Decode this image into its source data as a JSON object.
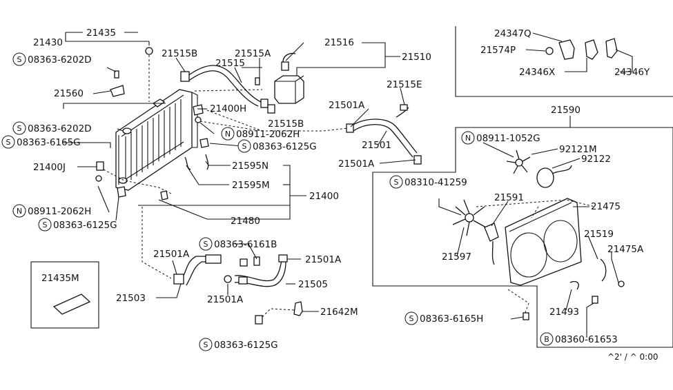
{
  "labels": {
    "p21435": "21435",
    "p21430": "21430",
    "p08363_6202D_a": "08363-6202D",
    "p21515B_a": "21515B",
    "p21515": "21515",
    "p21515A": "21515A",
    "p21516": "21516",
    "p21510": "21510",
    "p21560": "21560",
    "p21400H": "21400H",
    "p21515B_b": "21515B",
    "p08363_6202D_b": "08363-6202D",
    "p08911_2062H_a": "08911-2062H",
    "p08363_6165G": "08363-6165G",
    "p08363_6125G_a": "08363-6125G",
    "p21400J": "21400J",
    "p21595N": "21595N",
    "p21595M": "21595M",
    "p21400": "21400",
    "p08911_2062H_b": "08911-2062H",
    "p21480": "21480",
    "p08363_6125G_b": "08363-6125G",
    "p21515E": "21515E",
    "p21501A_a": "21501A",
    "p21501": "21501",
    "p21501A_b": "21501A",
    "p24347Q": "24347Q",
    "p21574P": "21574P",
    "p24346X": "24346X",
    "p24346Y": "24346Y",
    "p21590": "21590",
    "p08911_1052G": "08911-1052G",
    "p92121M": "92121M",
    "p92122": "92122",
    "p08310_41259": "08310-41259",
    "p21591": "21591",
    "p21475": "21475",
    "p21519": "21519",
    "p21475A": "21475A",
    "p21597": "21597",
    "p21493": "21493",
    "p08363_6165H": "08363-6165H",
    "p08360_61653": "08360-61653",
    "p21435M": "21435M",
    "p21501A_c": "21501A",
    "p08363_6161B": "08363-6161B",
    "p21501A_d": "21501A",
    "p21503": "21503",
    "p21501A_e": "21501A",
    "p21505": "21505",
    "p21642M": "21642M",
    "p08363_6125G_c": "08363-6125G"
  },
  "prefixes": {
    "S": "S",
    "N": "N",
    "B": "B"
  },
  "footer": {
    "code": "^2' / ^ 0:00"
  }
}
